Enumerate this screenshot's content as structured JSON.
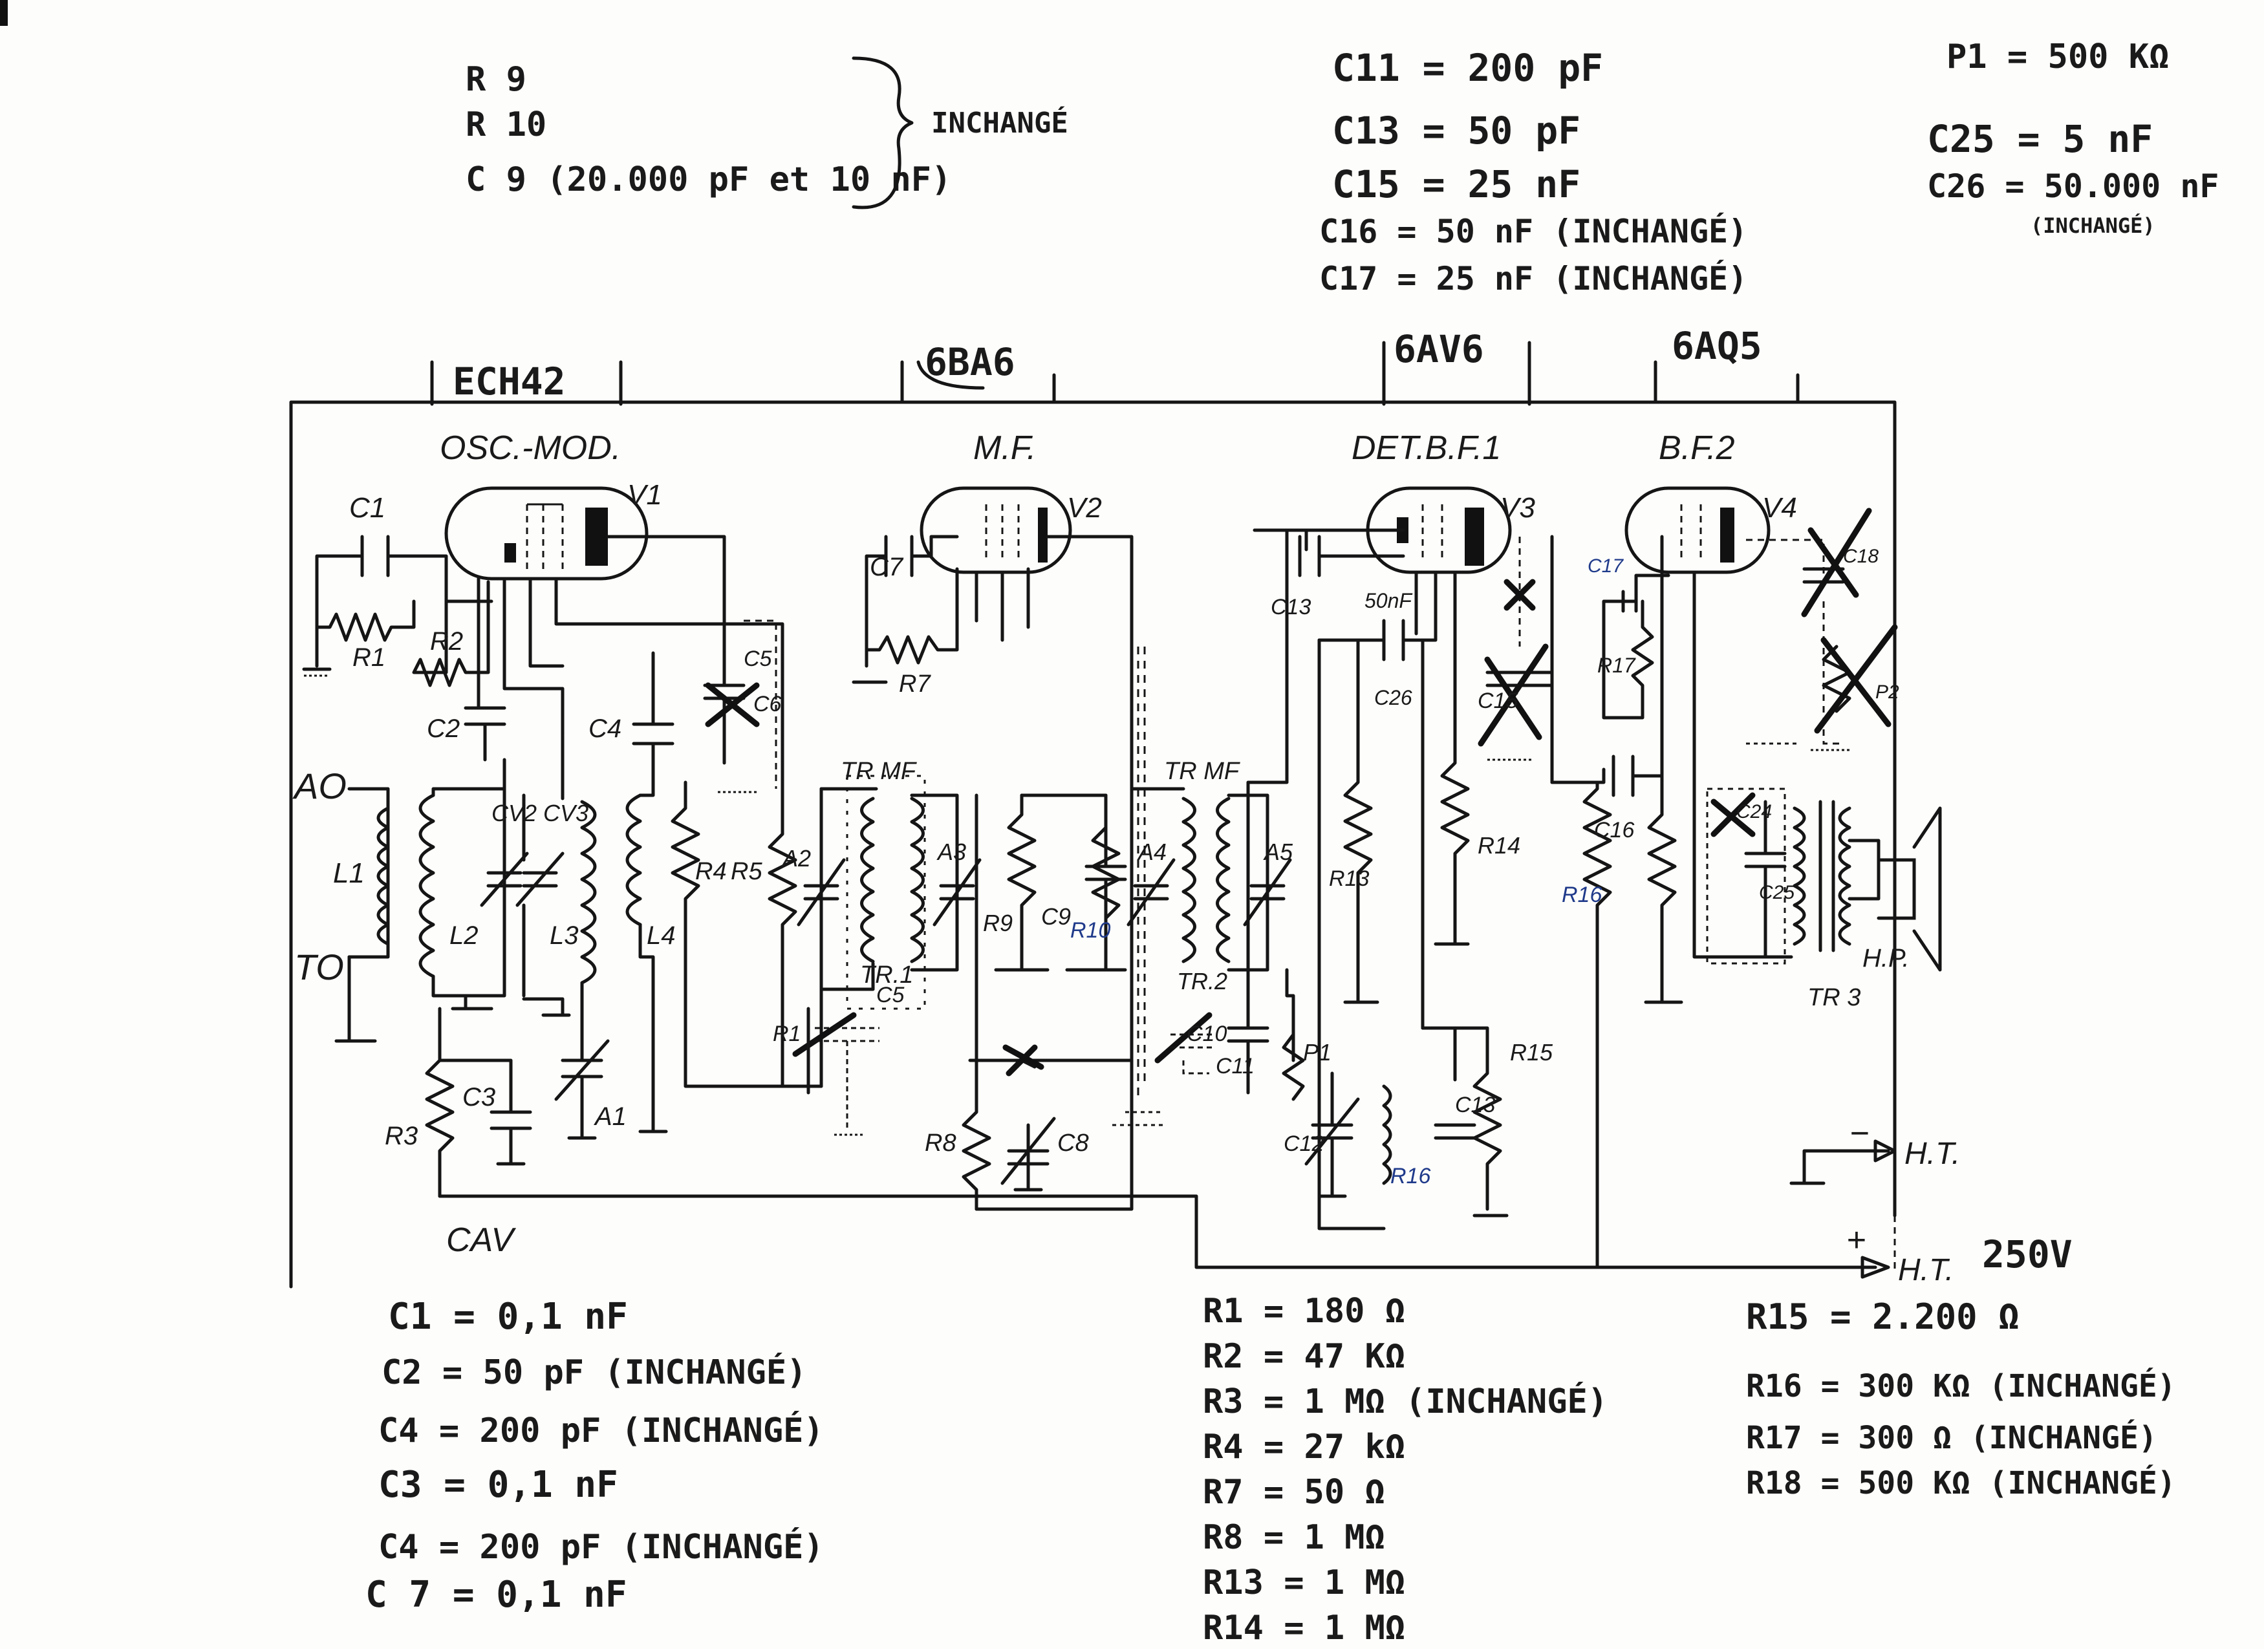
{
  "notes": {
    "top_left": [
      "R 9",
      "R 10",
      "C 9 (20.000 pF et 10 nF)"
    ],
    "top_left_brace": "INCHANGÉ",
    "top_middle": [
      "C11 = 200 pF",
      "C13 = 50 pF",
      "C15 = 25 nF",
      "C16 = 50 nF (INCHANGÉ)",
      "C17 = 25 nF (INCHANGÉ)"
    ],
    "top_right": [
      "P1 = 500 KΩ",
      "C25 = 5 nF",
      "C26 = 50.000 nF",
      "(INCHANGÉ)"
    ],
    "bottom_left": [
      "C1 = 0,1 nF",
      "C2 = 50 pF (INCHANGÉ)",
      "C4 = 200 pF (INCHANGÉ)",
      "C3 = 0,1 nF",
      "C4 = 200 pF (INCHANGÉ)",
      "C 7 = 0,1 nF"
    ],
    "bottom_middle": [
      "R1 = 180 Ω",
      "R2 = 47 KΩ",
      "R3 = 1 MΩ (INCHANGÉ)",
      "R4 = 27 kΩ",
      "R7 = 50 Ω",
      "R8 = 1 MΩ",
      "R13 = 1 MΩ",
      "R14 = 1 MΩ"
    ],
    "bottom_right": [
      "R15 = 2.200 Ω",
      "R16 = 300 KΩ (INCHANGÉ)",
      "R17 = 300 Ω (INCHANGÉ)",
      "R18 = 500 KΩ (INCHANGÉ)"
    ]
  },
  "tubes": [
    {
      "type": "ECH42",
      "stage": "OSC.-MOD.",
      "ref": "V1"
    },
    {
      "type": "6BA6",
      "stage": "M.F.",
      "ref": "V2"
    },
    {
      "type": "6AV6",
      "stage": "DET.B.F.1",
      "ref": "V3"
    },
    {
      "type": "6AQ5",
      "stage": "B.F.2",
      "ref": "V4"
    }
  ],
  "components": {
    "antenna": "AO",
    "earth": "TO",
    "agc": "CAV",
    "C1": "C1",
    "C2": "C2",
    "C3": "C3",
    "C4": "C4",
    "C5": "C5",
    "C6": "C6",
    "C7": "C7",
    "C8": "C8",
    "C9": "C9",
    "C10": "C10",
    "C11": "C11",
    "C12": "C12",
    "C13": "C13",
    "C15": "C15",
    "C16": "C16",
    "C17": "C17",
    "C18": "C18",
    "C24": "C24",
    "C25": "C25",
    "C26": "C26",
    "C26b": "C26",
    "cap_50nF": "50nF",
    "R1": "R1",
    "R2": "R2",
    "R3": "R3",
    "R4": "R4",
    "R5": "R5",
    "R7": "R7",
    "R8": "R8",
    "R9": "R9",
    "R10": "R10",
    "R13": "R13",
    "R14": "R14",
    "R15": "R15",
    "R16": "R16",
    "R16b": "R16",
    "R17": "R17",
    "L1": "L1",
    "L2": "L2",
    "L3": "L3",
    "L4": "L4",
    "CV2": "CV2",
    "CV3": "CV3",
    "A1": "A1",
    "A2": "A2",
    "A3": "A3",
    "A4": "A4",
    "A5": "A5",
    "P1": "P1",
    "P2": "P2",
    "TRMF1": "TR MF",
    "TRMF2": "TR MF",
    "TR1": "TR.1",
    "TR2": "TR.2",
    "TR3": "TR 3",
    "speaker": "H.P.",
    "ht_minus": "H.T.",
    "ht_plus": "H.T.",
    "minus": "−",
    "plus": "+",
    "voltage": "250V"
  }
}
